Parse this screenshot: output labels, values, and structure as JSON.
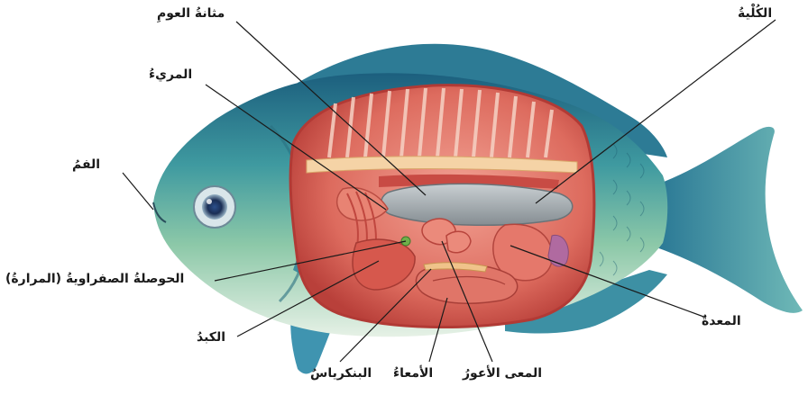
{
  "labels": {
    "swim_bladder": "مثانةُ العومِ",
    "kidney": "الكُلْيةُ",
    "esophagus": "المريءُ",
    "mouth": "الفمُ",
    "gallbladder": "الحوصلةُ الصفراويةُ (المرارةُ)",
    "liver": "الكبدُ",
    "stomach": "المعدةُ",
    "pancreas": "البنكرياسُ",
    "intestines": "الأمعاءُ",
    "cecum": "المعى الأعورُ"
  },
  "colors": {
    "fish_back": "#1f6f8b",
    "fish_body": "#5fb3a6",
    "fish_belly": "#dfeee0",
    "fins": "#2f7f9a",
    "cavity": "#e07a6e",
    "cavity_dark": "#c8463e",
    "swim_bladder": "#a9b0b4",
    "label_text": "#1a1a1a",
    "leader_line": "#1a1a1a"
  }
}
